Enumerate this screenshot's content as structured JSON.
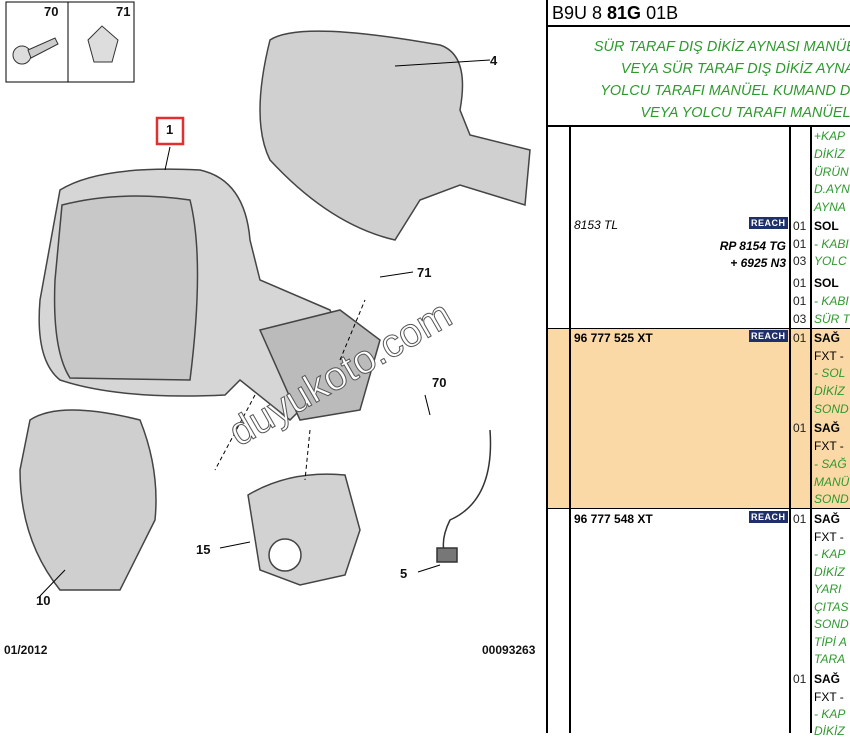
{
  "diagram": {
    "callouts": {
      "c70": "70",
      "c71": "71",
      "c1": "1",
      "c4": "4",
      "c71b": "71",
      "c70b": "70",
      "c15": "15",
      "c5": "5",
      "c10": "10"
    },
    "date": "01/2012",
    "ref": "00093263",
    "watermark": "duyukoto.com",
    "highlight_color": "#e03030"
  },
  "panel": {
    "code_prefix": "B9U 8 ",
    "code_bold": "81G",
    "code_suffix": " 01B",
    "title_lines": [
      "SÜR TARAF DIŞ DİKİZ AYNASI MANÜEL",
      "VEYA SÜR TARAF DIŞ DİKİZ AYNAS",
      "YOLCU TARAFI MANÜEL KUMAND DİK",
      "VEYA YOLCU TARAFI MANÜEL K"
    ],
    "reach": "REACH",
    "rows": [
      {
        "price": "8153 TL",
        "refs": [
          "RP 8154 TG",
          "+ 6925 N3"
        ]
      },
      {
        "part": "96 777 525 XT"
      },
      {
        "part": "96 777 548 XT"
      }
    ],
    "qty": [
      "01",
      "01",
      "03",
      "01",
      "01",
      "03",
      "01",
      "01",
      "01",
      "01"
    ],
    "desc": [
      "+KAP",
      "DİKİZ",
      "ÜRÜN",
      "D.AYN",
      "AYNA",
      "SOL",
      "- KABI",
      "YOLC",
      "SOL",
      "- KABI",
      "SÜR T",
      "SAĞ",
      "FXT -",
      "- SOL",
      "DİKİZ",
      "SOND",
      "SAĞ",
      "FXT -",
      "- SAĞ",
      "MANÜ",
      "SOND",
      "SAĞ",
      "FXT -",
      "- KAP",
      "DİKİZ",
      "YARI",
      "ÇITAS",
      "SOND",
      "TİPİ A",
      "TARA",
      "SAĞ",
      "FXT -",
      "- KAP",
      "DİKİZ"
    ]
  },
  "colors": {
    "green": "#2e9a2e",
    "highlight": "#fad9a6",
    "reach_bg": "#1f2f6b"
  }
}
